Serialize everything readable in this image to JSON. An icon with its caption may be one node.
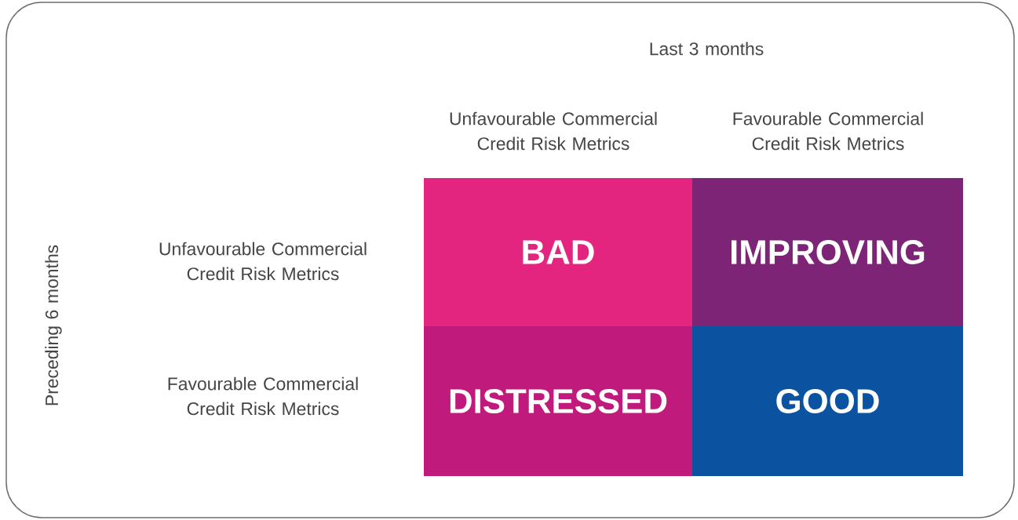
{
  "diagram": {
    "nodes": [
      {
        "text": [
          "BAD"
        ]
      },
      {
        "text": [
          "IMPROVING"
        ]
      },
      {
        "text": [
          "DISTRESSED"
        ]
      },
      {
        "text": [
          "GOOD"
        ]
      }
    ],
    "labels": [
      "Last 3 months",
      "Unfavourable Commercial Credit Risk Metrics",
      "Favourable Commercial Credit Risk Metrics",
      "Preceding 6 months",
      "Unfavourable Commercial Credit Risk Metrics",
      "Favourable Commercial Credit Risk Metrics"
    ]
  }
}
